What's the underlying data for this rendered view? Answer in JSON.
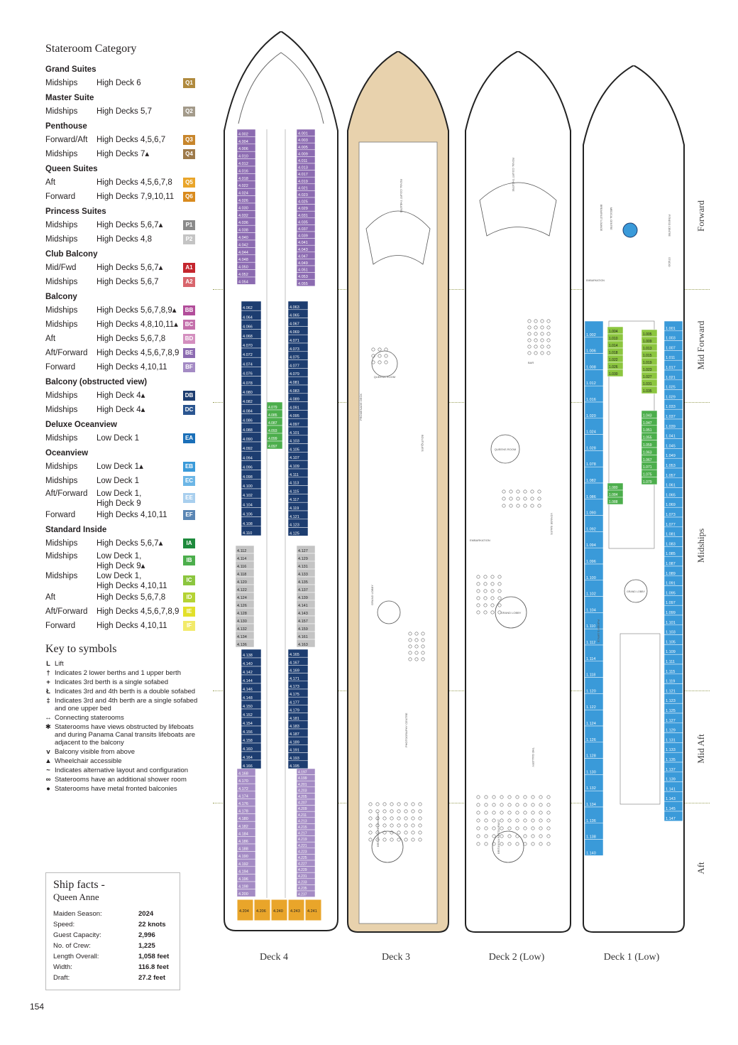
{
  "legend": {
    "title": "Stateroom Category",
    "groups": [
      {
        "title": "Grand Suites",
        "rows": [
          {
            "loc": "Midships",
            "decks": "High Deck 6",
            "code": "Q1",
            "color": "#b08a3e"
          }
        ]
      },
      {
        "title": "Master Suite",
        "rows": [
          {
            "loc": "Midships",
            "decks": "High Decks 5,7",
            "code": "Q2",
            "color": "#a39a8a"
          }
        ]
      },
      {
        "title": "Penthouse",
        "rows": [
          {
            "loc": "Forward/Aft",
            "decks": "High Decks 4,5,6,7",
            "code": "Q3",
            "color": "#c8862c"
          },
          {
            "loc": "Midships",
            "decks": "High Decks 7▴",
            "code": "Q4",
            "color": "#9e7a4a"
          }
        ]
      },
      {
        "title": "Queen Suites",
        "rows": [
          {
            "loc": "Aft",
            "decks": "High Decks 4,5,6,7,8",
            "code": "Q5",
            "color": "#e9a52a"
          },
          {
            "loc": "Forward",
            "decks": "High Decks 7,9,10,11",
            "code": "Q6",
            "color": "#d98b1e"
          }
        ]
      },
      {
        "title": "Princess Suites",
        "rows": [
          {
            "loc": "Midships",
            "decks": "High Decks 5,6,7▴",
            "code": "P1",
            "color": "#8a8a8a"
          },
          {
            "loc": "Midships",
            "decks": "High Decks 4,8",
            "code": "P2",
            "color": "#c4c4c4"
          }
        ]
      },
      {
        "title": "Club Balcony",
        "rows": [
          {
            "loc": "Mid/Fwd",
            "decks": "High Decks 5,6,7▴",
            "code": "A1",
            "color": "#c4262e"
          },
          {
            "loc": "Midships",
            "decks": "High Decks 5,6,7",
            "code": "A2",
            "color": "#d8656c"
          }
        ]
      },
      {
        "title": "Balcony",
        "rows": [
          {
            "loc": "Midships",
            "decks": "High Decks 5,6,7,8,9▴",
            "code": "BB",
            "color": "#b24d9a"
          },
          {
            "loc": "Midships",
            "decks": "High Decks 4,8,10,11▴",
            "code": "BC",
            "color": "#c46fab"
          },
          {
            "loc": "Aft",
            "decks": "High Decks 5,6,7,8",
            "code": "BD",
            "color": "#d48fbf"
          },
          {
            "loc": "Aft/Forward",
            "decks": "High Decks 4,5,6,7,8,9",
            "code": "BE",
            "color": "#8c6bb1"
          },
          {
            "loc": "Forward",
            "decks": "High Decks 4,10,11",
            "code": "BF",
            "color": "#a48bc4"
          }
        ]
      },
      {
        "title": "Balcony (obstructed view)",
        "rows": [
          {
            "loc": "Midships",
            "decks": "High Deck 4▴",
            "code": "DB",
            "color": "#1d3d70"
          },
          {
            "loc": "Midships",
            "decks": "High Deck 4▴",
            "code": "DC",
            "color": "#2a5590"
          }
        ]
      },
      {
        "title": "Deluxe Oceanview",
        "rows": [
          {
            "loc": "Midships",
            "decks": "Low Deck 1",
            "code": "EA",
            "color": "#1a6fb8"
          }
        ]
      },
      {
        "title": "Oceanview",
        "rows": [
          {
            "loc": "Midships",
            "decks": "Low Deck 1▴",
            "code": "EB",
            "color": "#3a9ad9"
          },
          {
            "loc": "Midships",
            "decks": "Low Deck 1",
            "code": "EC",
            "color": "#6cb6e6"
          },
          {
            "loc": "Aft/Forward",
            "decks": "Low Deck 1,\nHigh Deck 9",
            "code": "EE",
            "color": "#a9cfee",
            "tall": true
          },
          {
            "loc": "Forward",
            "decks": "High Decks 4,10,11",
            "code": "EF",
            "color": "#5a86b4"
          }
        ]
      },
      {
        "title": "Standard Inside",
        "rows": [
          {
            "loc": "Midships",
            "decks": "High Decks 5,6,7▴",
            "code": "IA",
            "color": "#1e8a3c"
          },
          {
            "loc": "Midships",
            "decks": "Low Deck 1,\nHigh Deck 9▴",
            "code": "IB",
            "color": "#4cae4c",
            "tall": true
          },
          {
            "loc": "Midships",
            "decks": "Low Deck 1,\nHigh Decks 4,10,11",
            "code": "IC",
            "color": "#8cc63f",
            "tall": true
          },
          {
            "loc": "Aft",
            "decks": "High Decks 5,6,7,8",
            "code": "ID",
            "color": "#b5d334"
          },
          {
            "loc": "Aft/Forward",
            "decks": "High Decks 4,5,6,7,8,9",
            "code": "IE",
            "color": "#e2e02a"
          },
          {
            "loc": "Forward",
            "decks": "High Decks 4,10,11",
            "code": "IF",
            "color": "#f2ea6a"
          }
        ]
      }
    ]
  },
  "key": {
    "title": "Key to symbols",
    "items": [
      {
        "symbol": "L",
        "text": "Lift"
      },
      {
        "symbol": "†",
        "text": "Indicates 2 lower berths and 1 upper berth"
      },
      {
        "symbol": "+",
        "text": "Indicates 3rd berth is a single sofabed"
      },
      {
        "symbol": "Ł",
        "text": "Indicates 3rd and 4th berth is a double sofabed"
      },
      {
        "symbol": "‡",
        "text": "Indicates 3rd and 4th berth are a single sofabed and one upper bed"
      },
      {
        "symbol": "↔",
        "text": "Connecting staterooms"
      },
      {
        "symbol": "✱",
        "text": "Staterooms have views obstructed by lifeboats and during Panama Canal transits lifeboats are adjacent to the balcony"
      },
      {
        "symbol": "v",
        "text": "Balcony visible from above"
      },
      {
        "symbol": "▲",
        "text": "Wheelchair accessible"
      },
      {
        "symbol": "~",
        "text": "Indicates alternative layout and configuration"
      },
      {
        "symbol": "∞",
        "text": "Staterooms have an additional shower room"
      },
      {
        "symbol": "●",
        "text": "Staterooms have metal fronted balconies"
      }
    ]
  },
  "facts": {
    "title": "Ship facts -",
    "subtitle": "Queen Anne",
    "rows": [
      {
        "label": "Maiden Season:",
        "value": "2024"
      },
      {
        "label": "Speed:",
        "value": "22 knots"
      },
      {
        "label": "Guest Capacity:",
        "value": "2,996"
      },
      {
        "label": "No. of Crew:",
        "value": "1,225"
      },
      {
        "label": "Length Overall:",
        "value": "1,058 feet"
      },
      {
        "label": "Width:",
        "value": "116.8 feet"
      },
      {
        "label": "Draft:",
        "value": "27.2 feet"
      }
    ]
  },
  "page_number": "154",
  "decks": [
    {
      "label": "Deck 4"
    },
    {
      "label": "Deck 3"
    },
    {
      "label": "Deck 2 (Low)"
    },
    {
      "label": "Deck 1 (Low)"
    }
  ],
  "zones": [
    "Forward",
    "Mid Forward",
    "Midships",
    "Mid Aft",
    "Aft"
  ],
  "deck4": {
    "port_fwd": [
      "4.002",
      "4.004",
      "4.006",
      "4.010",
      "4.012",
      "4.016",
      "4.018",
      "4.022",
      "4.024",
      "4.026",
      "4.030",
      "4.032",
      "4.036",
      "4.038",
      "4.040",
      "4.042",
      "4.044",
      "4.048",
      "4.050",
      "4.052",
      "4.054"
    ],
    "stbd_fwd": [
      "4.001",
      "4.003",
      "4.005",
      "4.009",
      "4.011",
      "4.013",
      "4.017",
      "4.019",
      "4.021",
      "4.023",
      "4.025",
      "4.029",
      "4.031",
      "4.035",
      "4.037",
      "4.039",
      "4.041",
      "4.043",
      "4.047",
      "4.049",
      "4.051",
      "4.053",
      "4.055"
    ],
    "port_mid": [
      "4.062",
      "4.064",
      "4.066",
      "4.068",
      "4.070",
      "4.072",
      "4.074",
      "4.076",
      "4.078",
      "4.080",
      "4.082",
      "4.084",
      "4.086",
      "4.088",
      "4.090",
      "4.092",
      "4.094",
      "4.096",
      "4.098",
      "4.100",
      "4.102",
      "4.104",
      "4.106",
      "4.108",
      "4.110"
    ],
    "stbd_mid": [
      "4.063",
      "4.065",
      "4.067",
      "4.069",
      "4.071",
      "4.073",
      "4.075",
      "4.077",
      "4.079",
      "4.081",
      "4.083",
      "4.089",
      "4.091",
      "4.095",
      "4.097",
      "4.101",
      "4.103",
      "4.105",
      "4.107",
      "4.109",
      "4.111",
      "4.113",
      "4.115",
      "4.117",
      "4.119",
      "4.121",
      "4.123",
      "4.125"
    ],
    "inner_mid": [
      "4.079",
      "4.085",
      "4.087",
      "4.093",
      "4.099",
      "4.097"
    ],
    "port_aft": [
      "4.112",
      "4.114",
      "4.116",
      "4.118",
      "4.120",
      "4.122",
      "4.124",
      "4.126",
      "4.128",
      "4.130",
      "4.132",
      "4.134",
      "4.136"
    ],
    "stbd_aft": [
      "4.127",
      "4.129",
      "4.131",
      "4.133",
      "4.135",
      "4.137",
      "4.139",
      "4.141",
      "4.143",
      "4.157",
      "4.159",
      "4.161",
      "4.163"
    ],
    "port_aft2": [
      "4.138",
      "4.140",
      "4.142",
      "4.144",
      "4.146",
      "4.148",
      "4.150",
      "4.152",
      "4.154",
      "4.156",
      "4.158",
      "4.160",
      "4.164",
      "4.166"
    ],
    "stbd_aft2": [
      "4.165",
      "4.167",
      "4.169",
      "4.171",
      "4.173",
      "4.175",
      "4.177",
      "4.179",
      "4.181",
      "4.183",
      "4.187",
      "4.189",
      "4.191",
      "4.193",
      "4.195"
    ],
    "port_stern": [
      "4.168",
      "4.170",
      "4.172",
      "4.174",
      "4.176",
      "4.178",
      "4.180",
      "4.182",
      "4.184",
      "4.186",
      "4.188",
      "4.190",
      "4.192",
      "4.194",
      "4.196",
      "4.198",
      "4.200"
    ],
    "stbd_stern": [
      "4.197",
      "4.199",
      "4.201",
      "4.203",
      "4.205",
      "4.207",
      "4.209",
      "4.211",
      "4.213",
      "4.215",
      "4.217",
      "4.219",
      "4.221",
      "4.223",
      "4.225",
      "4.227",
      "4.229",
      "4.231",
      "4.233",
      "4.235",
      "4.237"
    ],
    "stern_suites": [
      "4.204",
      "4.206",
      "4.240",
      "4.243",
      "4.241"
    ]
  },
  "deck1": {
    "port": [
      "1.002",
      "1.006",
      "1.008",
      "1.012",
      "1.016",
      "1.020",
      "1.024",
      "1.028",
      "1.078",
      "1.082",
      "1.086",
      "1.090",
      "1.092",
      "1.094",
      "1.096",
      "1.100",
      "1.102",
      "1.104",
      "1.110",
      "1.112",
      "1.114",
      "1.118",
      "1.120",
      "1.122",
      "1.124",
      "1.126",
      "1.128",
      "1.130",
      "1.132",
      "1.134",
      "1.136",
      "1.138",
      "1.140"
    ],
    "stbd": [
      "1.001",
      "1.003",
      "1.007",
      "1.011",
      "1.017",
      "1.021",
      "1.025",
      "1.029",
      "1.033",
      "1.037",
      "1.039",
      "1.041",
      "1.045",
      "1.049",
      "1.053",
      "1.057",
      "1.061",
      "1.065",
      "1.069",
      "1.073",
      "1.077",
      "1.081",
      "1.083",
      "1.085",
      "1.087",
      "1.089",
      "1.091",
      "1.095",
      "1.097",
      "1.099",
      "1.101",
      "1.103",
      "1.105",
      "1.109",
      "1.111",
      "1.115",
      "1.119",
      "1.121",
      "1.123",
      "1.125",
      "1.127",
      "1.129",
      "1.131",
      "1.133",
      "1.135",
      "1.137",
      "1.139",
      "1.141",
      "1.143",
      "1.145",
      "1.147"
    ],
    "inner_fwd": [
      "1.004",
      "1.010",
      "1.014",
      "1.018",
      "1.022",
      "1.026",
      "1.030"
    ],
    "inner_stbd": [
      "1.005",
      "1.009",
      "1.013",
      "1.015",
      "1.019",
      "1.023",
      "1.027",
      "1.031",
      "1.035"
    ],
    "inner_mid": [
      "1.043",
      "1.047",
      "1.051",
      "1.055",
      "1.059",
      "1.063",
      "1.067",
      "1.071",
      "1.075",
      "1.079"
    ],
    "inner_mid2": [
      "1.080",
      "1.084",
      "1.088"
    ]
  },
  "venues": {
    "deck3": [
      "ROYAL COURT THEATRE",
      "PROMENADE DECK",
      "QUEENS ROOM",
      "BOUTIQUES",
      "GRAND LOBBY",
      "BRITANNIA RESTAURANT",
      "TOILET",
      "PHOTOGRAPHY CENTRE"
    ],
    "deck2": [
      "ROYAL COURT THEATRE",
      "BAR",
      "QUEENS ROOM",
      "GRAND LOBBY",
      "THE GALLERY",
      "BRITANNIA RESTAURANT",
      "VOYAGE SALES",
      "EMBARKATION",
      "TOILET"
    ],
    "deck1": [
      "MEDICAL CENTRE",
      "BREAKFAST LOUNGE",
      "FITNESS CENTRE",
      "EMBARKATION",
      "STUDIO",
      "GRAND LOBBY",
      "PURSER'S OFFICE"
    ]
  }
}
